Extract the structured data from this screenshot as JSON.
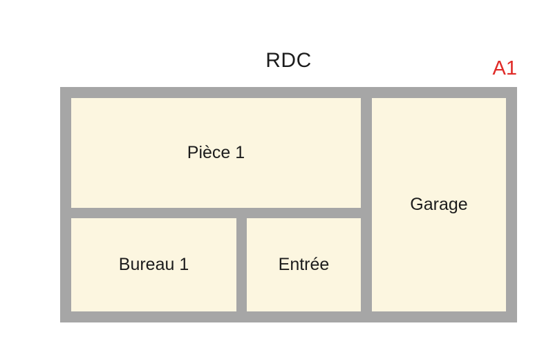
{
  "plan": {
    "title": "RDC",
    "annotation": "A1",
    "colors": {
      "wall": "#a6a6a6",
      "room": "#fcf6e0",
      "text": "#1c1c1c",
      "accent": "#e02b28",
      "bg": "#ffffff"
    },
    "rooms": [
      {
        "id": "piece1",
        "label": "Pièce 1"
      },
      {
        "id": "bureau1",
        "label": "Bureau 1"
      },
      {
        "id": "entree",
        "label": "Entrée"
      },
      {
        "id": "garage",
        "label": "Garage"
      }
    ]
  }
}
